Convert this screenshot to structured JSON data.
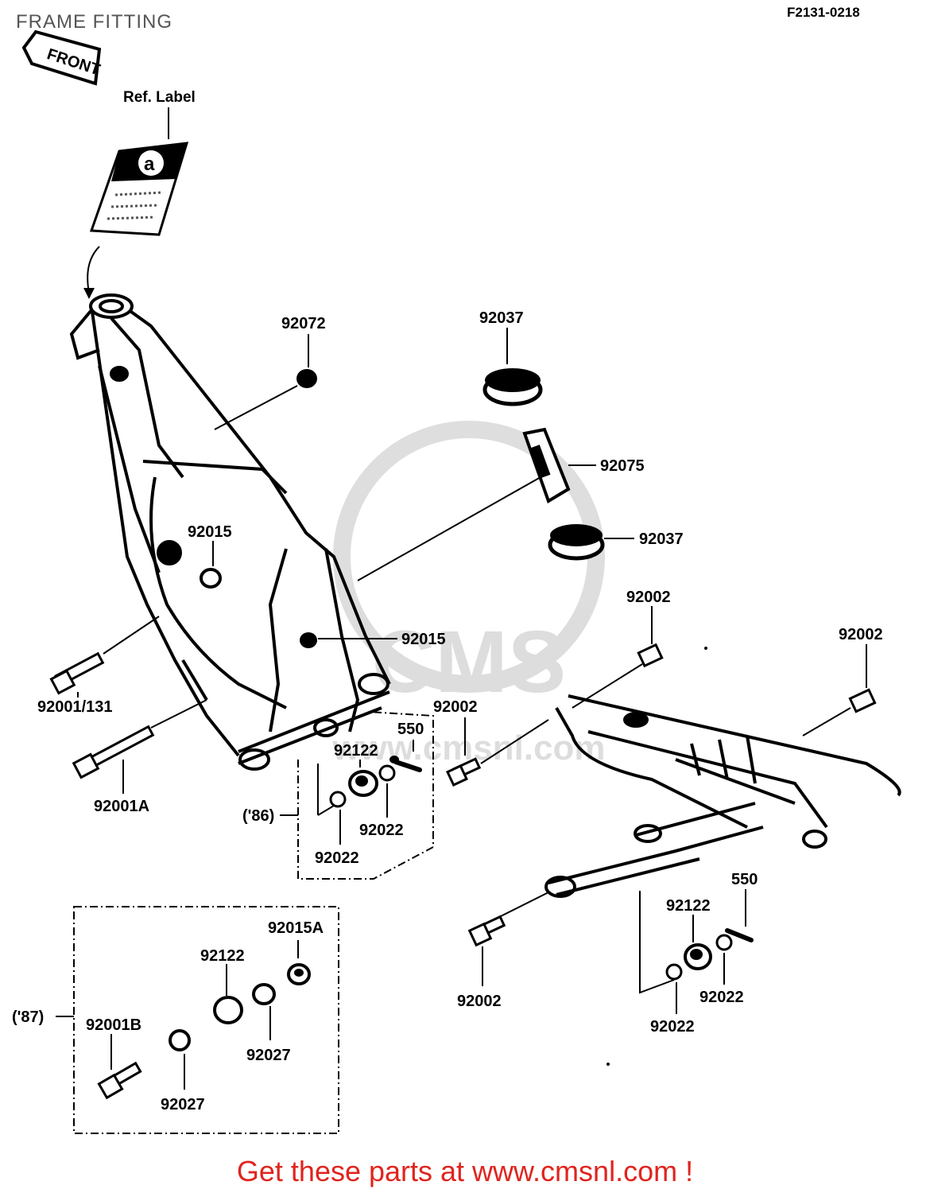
{
  "header": {
    "title": "FRAME FITTING",
    "figure_code": "F2131-0218"
  },
  "diagram": {
    "front_marker": "FRONT",
    "ref_label_caption": "Ref. Label",
    "ref_label_letter": "a",
    "watermark": "CMS",
    "watermark_sub": "www.cmsnl.com",
    "groups": {
      "y86": "('86)",
      "y87": "('87)"
    },
    "parts": {
      "p92072": "92072",
      "p92037_top": "92037",
      "p92075": "92075",
      "p92037_bottom": "92037",
      "p92015_a": "92015",
      "p92015_b": "92015",
      "p92001_131": "92001/131",
      "p92001A": "92001A",
      "p92002_a": "92002",
      "p92002_b": "92002",
      "p92002_c": "92002",
      "p92002_d": "92002",
      "p550_a": "550",
      "p92122_a": "92122",
      "p92022_a": "92022",
      "p92022_b": "92022",
      "p550_b": "550",
      "p92122_b": "92122",
      "p92022_c": "92022",
      "p92022_d": "92022",
      "p92015A": "92015A",
      "p92122_c": "92122",
      "p92001B": "92001B",
      "p92027_a": "92027",
      "p92027_b": "92027"
    }
  },
  "footer": {
    "cta": "Get these parts at www.cmsnl.com !"
  }
}
